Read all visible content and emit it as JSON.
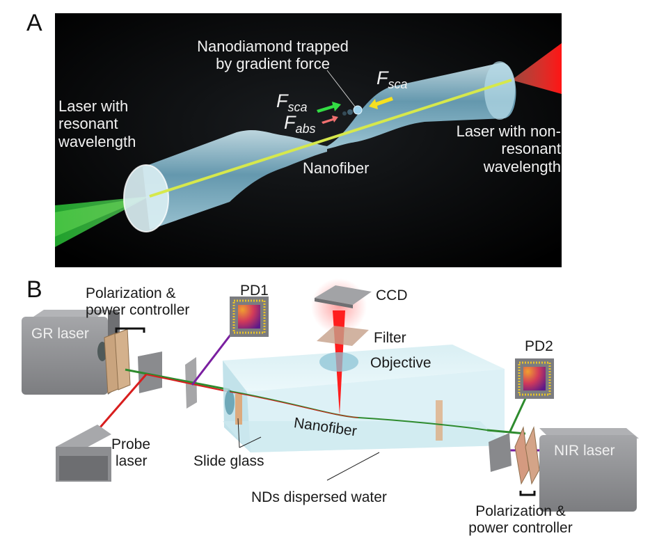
{
  "figure": {
    "panel_a": {
      "label": "A",
      "annotations": {
        "nanodiamond_line1": "Nanodiamond trapped",
        "nanodiamond_line2": "by gradient force",
        "left_laser_line1": "Laser with",
        "left_laser_line2": "resonant",
        "left_laser_line3": "wavelength",
        "right_laser_line1": "Laser with non-",
        "right_laser_line2": "resonant",
        "right_laser_line3": "wavelength",
        "nanofiber": "Nanofiber"
      },
      "forces": [
        {
          "symbol": "F",
          "subscript": "sca",
          "arrow_color": "#33dd44",
          "direction": "right"
        },
        {
          "symbol": "F",
          "subscript": "abs",
          "arrow_color": "#f07070",
          "direction": "right"
        },
        {
          "symbol": "F",
          "subscript": "sca",
          "arrow_color": "#f5e020",
          "direction": "left"
        }
      ],
      "colors": {
        "background": "#000000",
        "resonant_laser": "#3fe04a",
        "nonresonant_laser": "#ff2020",
        "fiber": "#8fc4d8",
        "core_beam": "#d8e84a"
      }
    },
    "panel_b": {
      "label": "B",
      "components": {
        "gr_laser": "GR laser",
        "nir_laser": "NIR laser",
        "probe_laser_line1": "Probe",
        "probe_laser_line2": "laser",
        "pd1": "PD1",
        "pd2": "PD2",
        "ccd": "CCD",
        "filter": "Filter",
        "objective": "Objective",
        "nanofiber": "Nanofiber",
        "slide_glass": "Slide glass",
        "nds_water": "NDs dispersed water",
        "pol_ctrl_left_line1": "Polarization &",
        "pol_ctrl_left_line2": "power controller",
        "pol_ctrl_right_line1": "Polarization &",
        "pol_ctrl_right_line2": "power controller"
      },
      "colors": {
        "laser_box": "#8c8d90",
        "green_beam": "#2e8b2e",
        "red_beam": "#d81e1e",
        "purple_beam": "#7a1fa0",
        "glass": "#bfe3ea",
        "waveplate": "#c9a47e"
      }
    }
  }
}
